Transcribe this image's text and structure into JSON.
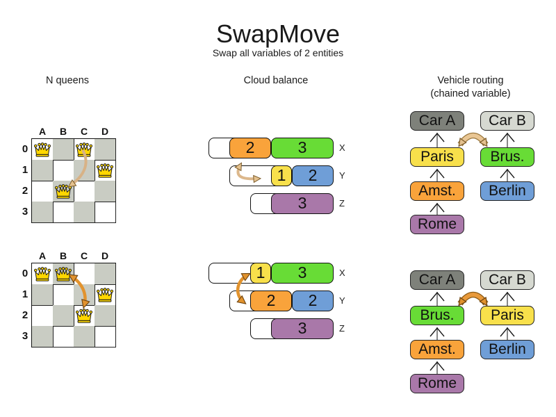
{
  "title": "SwapMove",
  "subtitle": "Swap all variables of 2 entities",
  "palette": {
    "orange": "#f9a33b",
    "green": "#68dc36",
    "yellow": "#f8e04b",
    "blue": "#6f9ed7",
    "purple": "#a978a9",
    "car_a_gray": "#7e817a",
    "car_b_gray": "#d6d9d1",
    "board_dark_cell": "#c9ccc3",
    "queen_gold": "#ffd700",
    "swap_arrow_light": "#ddb584",
    "swap_arrow_dark": "#e2932e"
  },
  "nqueens": {
    "title": "N queens",
    "col_labels": [
      "A",
      "B",
      "C",
      "D"
    ],
    "row_labels": [
      "0",
      "1",
      "2",
      "3"
    ],
    "boards": [
      {
        "id": "before",
        "queens": [
          {
            "col": "A",
            "row": 0
          },
          {
            "col": "C",
            "row": 0
          },
          {
            "col": "D",
            "row": 1
          },
          {
            "col": "B",
            "row": 2
          }
        ],
        "swap_arrow": {
          "from": "C0",
          "to": "B2"
        }
      },
      {
        "id": "after",
        "queens": [
          {
            "col": "A",
            "row": 0
          },
          {
            "col": "B",
            "row": 0
          },
          {
            "col": "D",
            "row": 1
          },
          {
            "col": "C",
            "row": 2
          }
        ],
        "swap_arrow": {
          "from": "B0",
          "to": "C2"
        }
      }
    ]
  },
  "cloud_balance": {
    "title": "Cloud balance",
    "diagrams": [
      {
        "id": "before",
        "rows": [
          {
            "label": "X",
            "processes": [
              {
                "value": 2,
                "color": "orange"
              },
              {
                "value": 3,
                "color": "green"
              }
            ]
          },
          {
            "label": "Y",
            "processes": [
              {
                "value": 1,
                "color": "yellow"
              },
              {
                "value": 2,
                "color": "blue"
              }
            ]
          },
          {
            "label": "Z",
            "processes": [
              {
                "value": 3,
                "color": "purple"
              }
            ]
          }
        ],
        "swap_arrow": {
          "from": "X:2",
          "to": "Y:1"
        }
      },
      {
        "id": "after",
        "rows": [
          {
            "label": "X",
            "processes": [
              {
                "value": 1,
                "color": "yellow"
              },
              {
                "value": 3,
                "color": "green"
              }
            ]
          },
          {
            "label": "Y",
            "processes": [
              {
                "value": 2,
                "color": "orange"
              },
              {
                "value": 2,
                "color": "blue"
              }
            ]
          },
          {
            "label": "Z",
            "processes": [
              {
                "value": 3,
                "color": "purple"
              }
            ]
          }
        ],
        "swap_arrow": {
          "from": "X:1",
          "to": "Y:2"
        }
      }
    ]
  },
  "vehicle_routing": {
    "title": "Vehicle routing",
    "subtitle": "(chained variable)",
    "diagrams": [
      {
        "id": "before",
        "chains": [
          {
            "anchor": "Car A",
            "anchor_color": "cara",
            "stops": [
              {
                "label": "Paris",
                "color": "yellow"
              },
              {
                "label": "Amst.",
                "color": "orange"
              },
              {
                "label": "Rome",
                "color": "purple"
              }
            ]
          },
          {
            "anchor": "Car B",
            "anchor_color": "carb",
            "stops": [
              {
                "label": "Brus.",
                "color": "green"
              },
              {
                "label": "Berlin",
                "color": "blue"
              }
            ]
          }
        ],
        "swap_arrow": {
          "from": "Paris",
          "to": "Brus."
        }
      },
      {
        "id": "after",
        "chains": [
          {
            "anchor": "Car A",
            "anchor_color": "cara",
            "stops": [
              {
                "label": "Brus.",
                "color": "green"
              },
              {
                "label": "Amst.",
                "color": "orange"
              },
              {
                "label": "Rome",
                "color": "purple"
              }
            ]
          },
          {
            "anchor": "Car B",
            "anchor_color": "carb",
            "stops": [
              {
                "label": "Paris",
                "color": "yellow"
              },
              {
                "label": "Berlin",
                "color": "blue"
              }
            ]
          }
        ],
        "swap_arrow": {
          "from": "Brus.",
          "to": "Paris"
        }
      }
    ]
  }
}
